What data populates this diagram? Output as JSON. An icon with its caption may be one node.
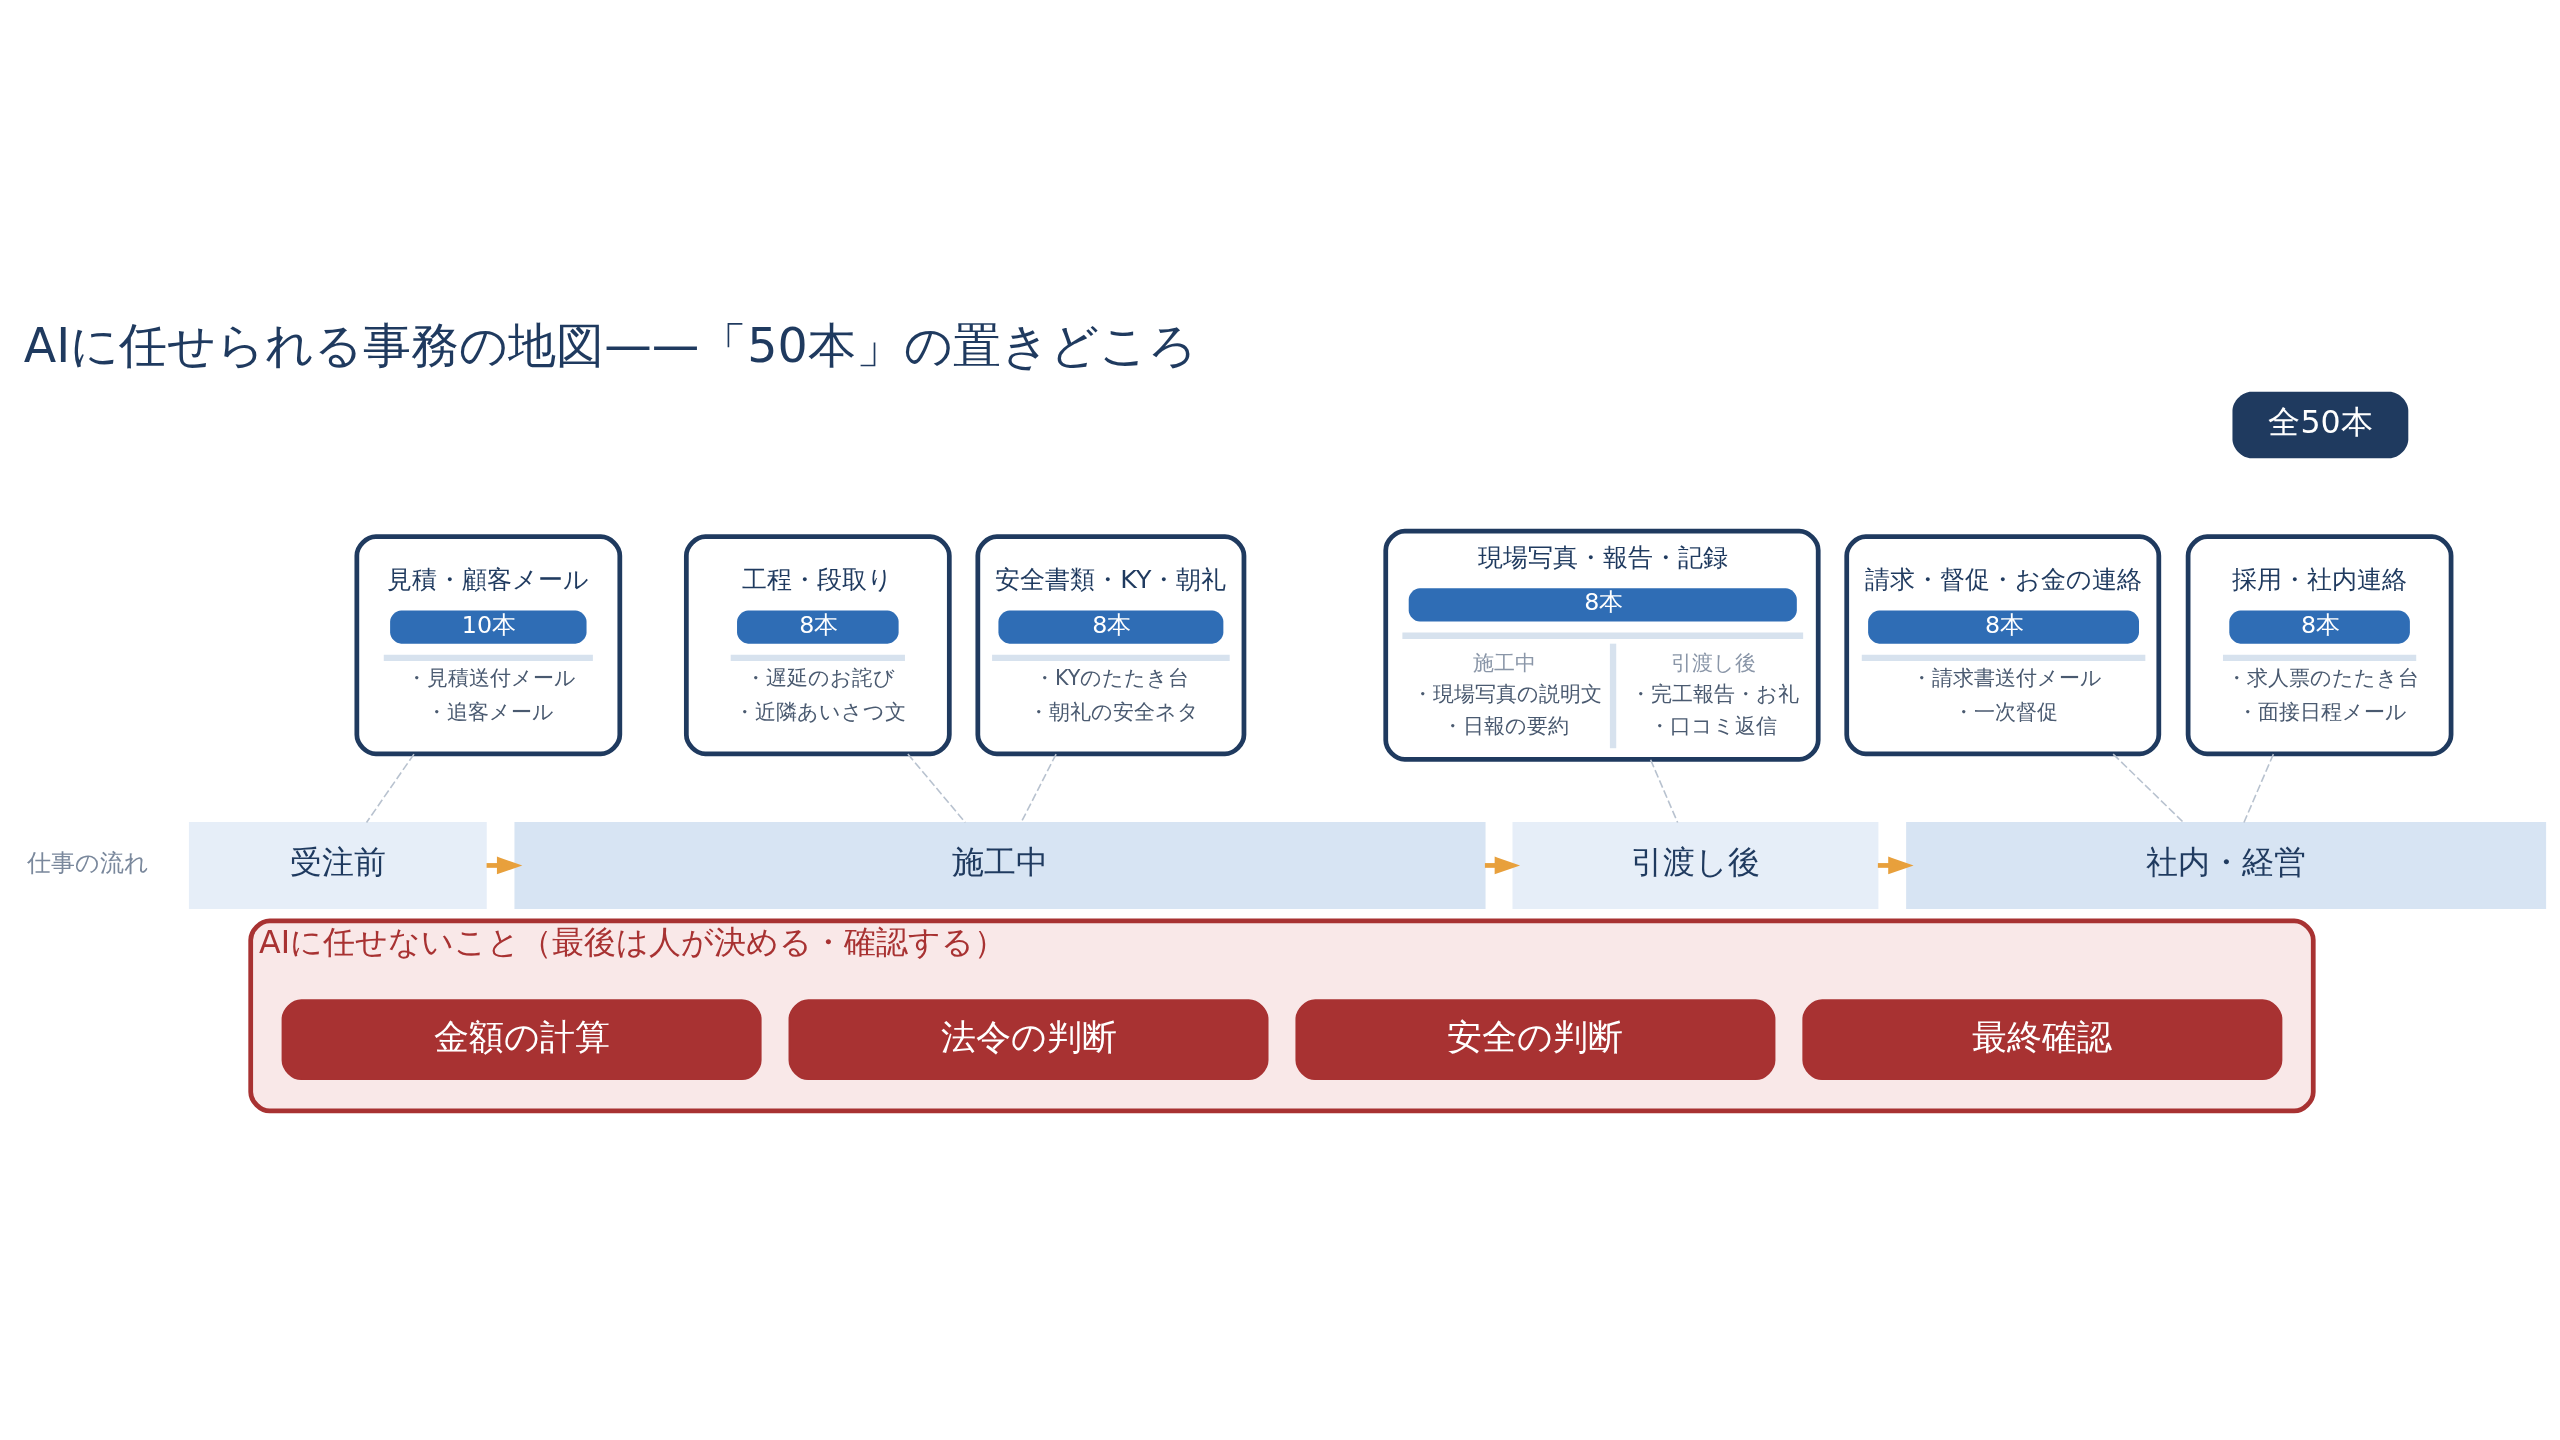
{
  "diagram": {
    "title": "AIに任せられる事務の地図——「50本」の置きどころ",
    "nodes": [
      {
        "text": [
          "見積・顧客メール",
          "10本",
          "・見積送付メール",
          "・追客メール"
        ]
      },
      {
        "text": [
          "工程・段取り",
          "8本",
          "・遅延のお詫び",
          "・近隣あいさつ文"
        ]
      },
      {
        "text": [
          "安全書類・KY・朝礼",
          "8本",
          "・KYのたたき台",
          "・朝礼の安全ネタ"
        ]
      },
      {
        "text": [
          "現場写真・報告・記録",
          "8本",
          "施工中",
          "・現場写真の説明文",
          "・日報の要約",
          "引渡し後",
          "・完工報告・お礼",
          "・口コミ返信"
        ]
      },
      {
        "text": [
          "請求・督促・お金の連絡",
          "8本",
          "・請求書送付メール",
          "・一次督促"
        ]
      },
      {
        "text": [
          "採用・社内連絡",
          "8本",
          "・求人票のたたき台",
          "・面接日程メール"
        ]
      },
      {
        "text": [
          "受注前"
        ]
      },
      {
        "text": [
          "施工中"
        ]
      },
      {
        "text": [
          "引渡し後"
        ]
      },
      {
        "text": [
          "社内・経営"
        ]
      },
      {
        "text": [
          "AIに任せないこと（最後は人が決める・確認する）"
        ]
      },
      {
        "text": [
          "金額の計算"
        ],
        "in": 10
      },
      {
        "text": [
          "法令の判断"
        ],
        "in": 10
      },
      {
        "text": [
          "安全の判断"
        ],
        "in": 10
      },
      {
        "text": [
          "最終確認"
        ],
        "in": 10
      }
    ],
    "edges": [
      {
        "from": 6,
        "to": 7,
        "arrow": "to",
        "color": "#e8a03c"
      },
      {
        "from": 7,
        "to": 8,
        "arrow": "to",
        "color": "#e8a03c"
      },
      {
        "from": 8,
        "to": 9,
        "arrow": "to",
        "color": "#e8a03c"
      },
      {
        "from": 0,
        "to": 6,
        "arrow": "none",
        "style": "dashed"
      },
      {
        "from": 1,
        "to": 7,
        "arrow": "none",
        "style": "dashed"
      },
      {
        "from": 2,
        "to": 7,
        "arrow": "none",
        "style": "dashed"
      },
      {
        "from": 3,
        "to": 8,
        "arrow": "none",
        "style": "dashed"
      },
      {
        "from": 4,
        "to": 9,
        "arrow": "none",
        "style": "dashed"
      },
      {
        "from": 5,
        "to": 9,
        "arrow": "none",
        "style": "dashed"
      }
    ],
    "labels": [
      "全50本",
      "仕事の流れ"
    ]
  }
}
